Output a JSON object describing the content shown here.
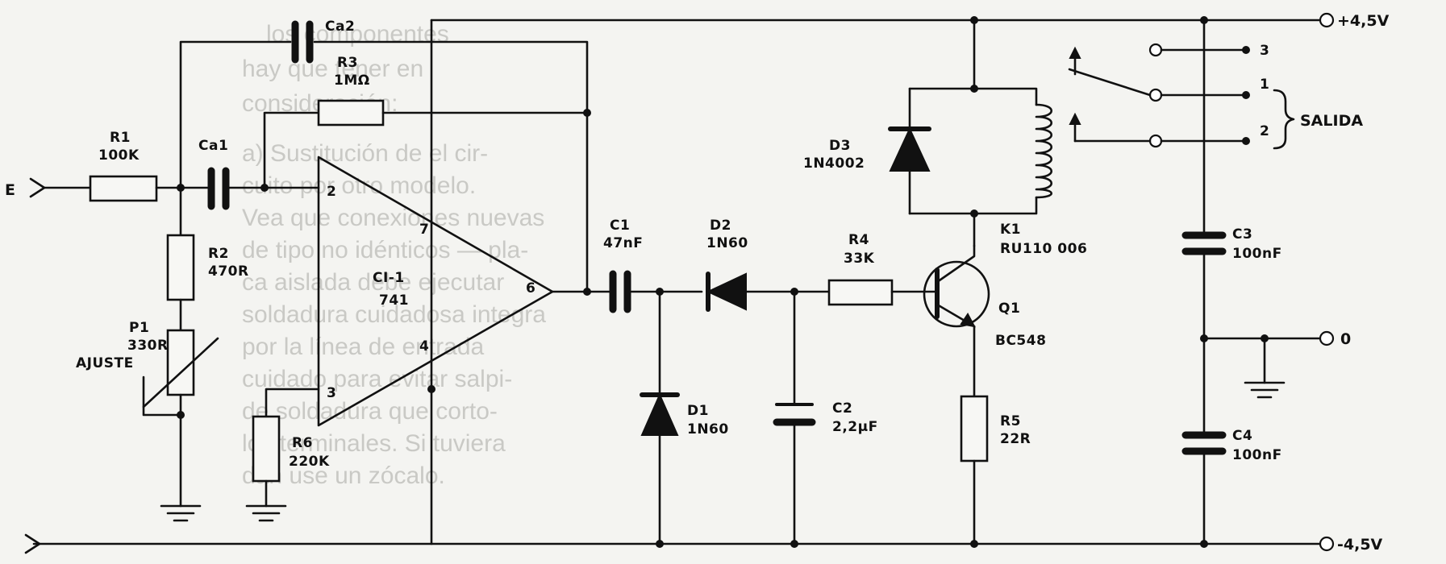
{
  "background_text": [
    "los componentes",
    "hay que tener en",
    "consideración:",
    "a) Sustitución de el cir-",
    "cuito por otro modelo.",
    "Vea que conexiones nuevas",
    "de tipo no idénticos — pla-",
    "ca aislada debe ejecutar",
    "soldadura cuidadosa integra",
    "por la línea de entrada",
    "cuidado para evitar salpi-",
    "de soldadura que corto-",
    "los terminales. Si tuviera",
    "dan use un zócalo."
  ],
  "labels": {
    "input": "E",
    "vpos": "+4,5V",
    "vneg": "-4,5V",
    "zero": "0",
    "output": "SALIDA",
    "contact_3": "3",
    "contact_1": "1",
    "contact_2": "2",
    "opamp_name": "CI-1",
    "opamp_type": "741",
    "pin2": "2",
    "pin3": "3",
    "pin4": "4",
    "pin6": "6",
    "pin7": "7"
  },
  "components": {
    "ca2": "Ca2",
    "r3_name": "R3",
    "r3_val": "1MΩ",
    "r1_name": "R1",
    "r1_val": "100K",
    "ca1": "Ca1",
    "r2_name": "R2",
    "r2_val": "470R",
    "p1_name": "P1",
    "p1_val": "330R",
    "p1_note": "AJUSTE",
    "r6_name": "R6",
    "r6_val": "220K",
    "c1_name": "C1",
    "c1_val": "47nF",
    "d2_name": "D2",
    "d2_val": "1N60",
    "r4_name": "R4",
    "r4_val": "33K",
    "d1_name": "D1",
    "d1_val": "1N60",
    "c2_name": "C2",
    "c2_val": "2,2µF",
    "d3_name": "D3",
    "d3_val": "1N4002",
    "k1_name": "K1",
    "k1_val": "RU110 006",
    "q1_name": "Q1",
    "q1_val": "BC548",
    "r5_name": "R5",
    "r5_val": "22R",
    "c3_name": "C3",
    "c3_val": "100nF",
    "c4_name": "C4",
    "c4_val": "100nF"
  }
}
